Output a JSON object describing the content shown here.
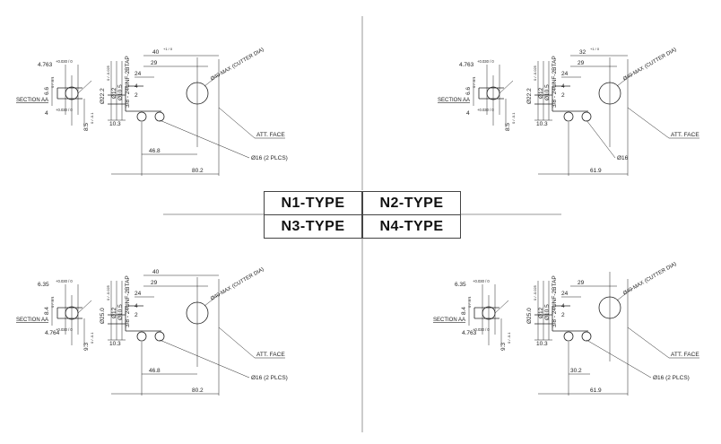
{
  "types": [
    "N1-TYPE",
    "N2-TYPE",
    "N3-TYPE",
    "N4-TYPE"
  ],
  "quadrants": [
    {
      "id": "n1",
      "section_label": "SECTION AA",
      "side_width": "4.763",
      "side_width_tol": "+0.030 / 0",
      "side_height": "6.6",
      "side_height_tol": "0 / -0.1",
      "bottom_width": "4",
      "bottom_width_tol": "+0.030 / 0",
      "side_depth": "8.5",
      "side_depth_tol": "0 / -0.1",
      "dia_main": "Ø22.2",
      "dia_main_tol": "0 / -0.025",
      "dia_2": "Ø12",
      "dia_3": "Ø10.5",
      "thread": "3/8 - 24UNF-2BTAP",
      "top_dim": "40",
      "top_dim_tol": "+1 / 0",
      "dim_29": "29",
      "dim_24": "24",
      "dim_4": "4",
      "dim_2": "2",
      "dim_103": "10.3",
      "dim_468": "46.8",
      "dim_total": "80.2",
      "cutter": "Ø40 MAX (CUTTER DIA)",
      "att_face": "ATT. FACE",
      "dia_16": "Ø16 (2 PLCS)"
    },
    {
      "id": "n2",
      "section_label": "SECTION AA",
      "side_width": "4.763",
      "side_width_tol": "+0.030 / 0",
      "side_height": "6.6",
      "side_height_tol": "0 / -0.1",
      "bottom_width": "4",
      "bottom_width_tol": "+0.030 / 0",
      "side_depth": "8.5",
      "side_depth_tol": "0 / -0.1",
      "dia_main": "Ø22.2",
      "dia_main_tol": "0 / -0.025",
      "dia_2": "Ø12",
      "dia_3": "Ø10.5",
      "thread": "3/8 - 24UNF-2BTAP",
      "top_dim": "32",
      "top_dim_tol": "+1 / 0",
      "dim_29": "29",
      "dim_24": "24",
      "dim_4": "4",
      "dim_2": "2",
      "dim_103": "10.3",
      "dim_total": "61.9",
      "cutter": "Ø40 MAX (CUTTER DIA)",
      "att_face": "ATT. FACE",
      "dia_16": "Ø16"
    },
    {
      "id": "n3",
      "section_label": "SECTION AA",
      "side_width": "6.35",
      "side_width_tol": "+0.030 / 0",
      "side_height": "8.4",
      "side_height_tol": "0 / -0.1",
      "bottom_width": "4.764",
      "bottom_width_tol": "+0.030 / 0",
      "side_depth": "9.3",
      "side_depth_tol": "0 / -0.1",
      "dia_main": "Ø25.0",
      "dia_main_tol": "0 / -0.025",
      "dia_2": "Ø12",
      "dia_3": "Ø10.5",
      "thread": "3/8 - 24UNF-2BTAP",
      "top_dim": "40",
      "dim_29": "29",
      "dim_24": "24",
      "dim_4": "4",
      "dim_2": "2",
      "dim_103": "10.3",
      "dim_468": "46.8",
      "dim_total": "80.2",
      "cutter": "Ø40 MAX (CUTTER DIA)",
      "att_face": "ATT. FACE",
      "dia_16": "Ø16 (2 PLCS)"
    },
    {
      "id": "n4",
      "section_label": "SECTION AA",
      "side_width": "6.35",
      "side_width_tol": "+0.030 / 0",
      "side_height": "8.4",
      "side_height_tol": "0 / -0.1",
      "bottom_width": "4.763",
      "bottom_width_tol": "+0.030 / 0",
      "side_depth": "9.3",
      "side_depth_tol": "0 / -0.1",
      "dia_main": "Ø25.0",
      "dia_main_tol": "0 / -0.025",
      "dia_2": "Ø12",
      "dia_3": "Ø10.5",
      "thread": "3/8 - 24UNF-2BTAP",
      "dim_29": "29",
      "dim_24": "24",
      "dim_4": "4",
      "dim_2": "2",
      "dim_103": "10.3",
      "dim_302": "30.2",
      "dim_total": "61.9",
      "cutter": "Ø40 MAX (CUTTER DIA)",
      "att_face": "ATT. FACE",
      "dia_16": "Ø16 (2 PLCS)"
    }
  ]
}
